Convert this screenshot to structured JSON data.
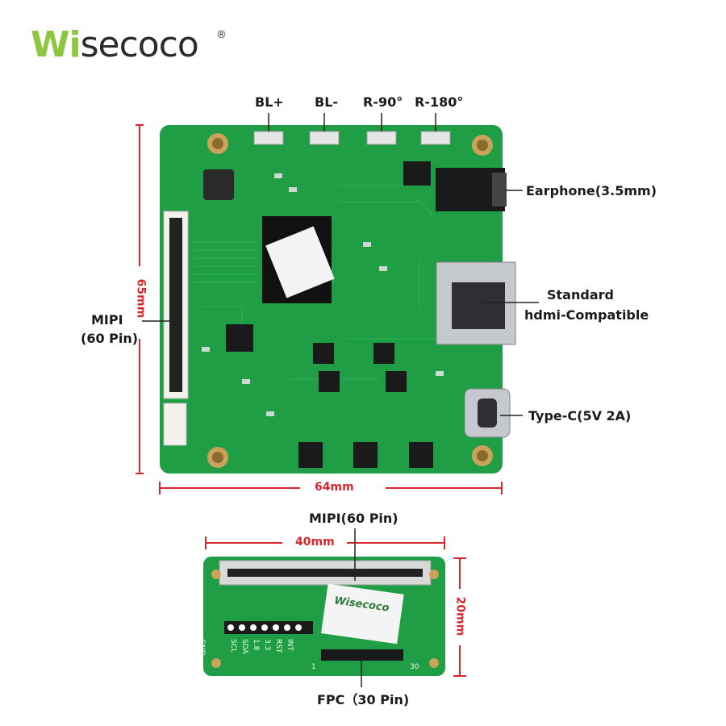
{
  "brand": {
    "logo_first": "Wi",
    "logo_rest": "secoco",
    "registered": "®",
    "accent": "#8dc63f"
  },
  "main_board": {
    "buttons": [
      "BL+",
      "BL-",
      "R-90°",
      "R-180°"
    ],
    "earphone": "Earphone(3.5mm)",
    "hdmi_line1": "Standard",
    "hdmi_line2": "hdmi-Compatible",
    "typec": "Type-C(5V 2A)",
    "mipi_line1": "MIPI",
    "mipi_line2": "(60 Pin)",
    "height": "65mm",
    "width": "64mm"
  },
  "adapter_board": {
    "mipi": "MIPI(60 Pin)",
    "width": "40mm",
    "height": "20mm",
    "fpc": "FPC（30 Pin)",
    "pins": [
      "GND",
      "SCL",
      "SDA",
      "1.8",
      "3.3",
      "RST",
      "INT"
    ],
    "pin_one": "1",
    "pin_thirty": "30",
    "sticker": "Wisecoco"
  },
  "colors": {
    "pcb": "#1f9e45",
    "pcb_dark": "#16843a",
    "dimension": "#d6272d"
  }
}
